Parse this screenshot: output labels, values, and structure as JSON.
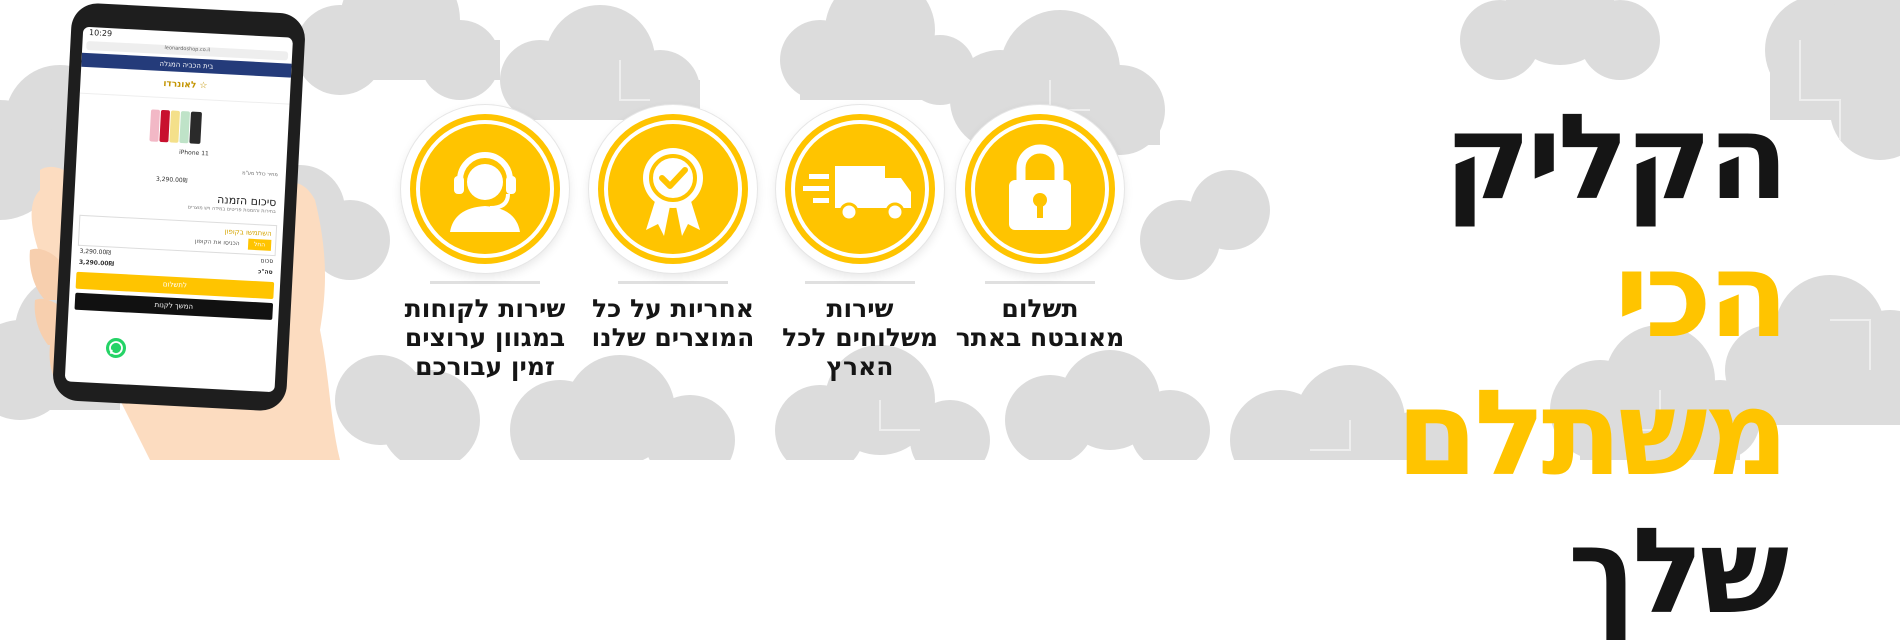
{
  "headline": {
    "line1_black": "הקליק",
    "line1_yellow": "הכי",
    "line2_yellow": "משתלם",
    "line2_black": "שלך"
  },
  "features": [
    {
      "icon": "lock-icon",
      "text": "תשלום\nמאובטח באתר"
    },
    {
      "icon": "delivery-truck-icon",
      "text": "שירות\nמשלוחים לכל\nהארץ"
    },
    {
      "icon": "warranty-badge-icon",
      "text": "אחריות על כל\nהמוצרים שלנו"
    },
    {
      "icon": "customer-service-headset-icon",
      "text": "שירות לקוחות\nבמגוון ערוצים\nזמין עבורכם"
    }
  ],
  "phone": {
    "time": "10:29",
    "url": "leonardoshop.co.il",
    "site_banner": "בית הכביה המגלה",
    "product_name": "iPhone 11",
    "product_price": "3,290.00₪",
    "product_note": "מחיר כולל מע\"מ",
    "summary_title": "סיכום הזמנה",
    "summary_subtitle": "בחירות והזמנות פריטים במידה ויש מוצרים",
    "coupon_label": "השתמשו בקופון",
    "apply_label": "החל",
    "coupon_placeholder": "הכניסו את הקופון",
    "subtotal_label": "סכום",
    "subtotal_value": "3,290.00₪",
    "total_label": "סה\"כ",
    "total_value": "3,290.00₪",
    "pay_button": "לתשלום",
    "buy_button": "המשך לקנות"
  },
  "colors": {
    "accent": "#ffc400",
    "text": "#151515",
    "cloud": "#d9d9d9"
  }
}
